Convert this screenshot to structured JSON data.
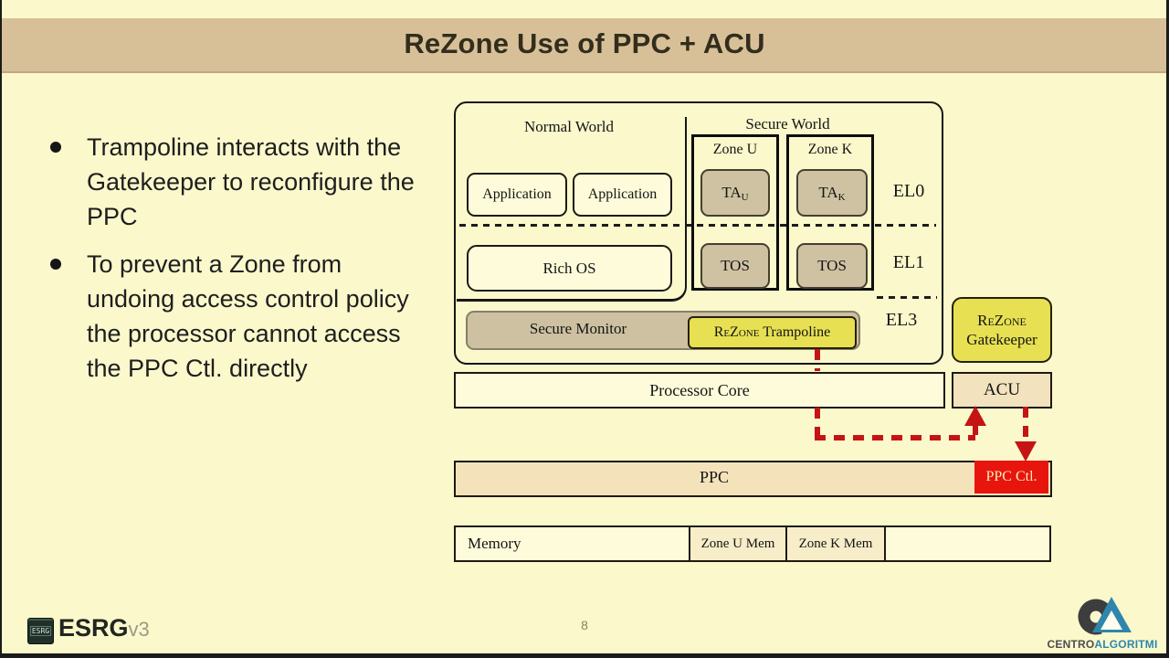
{
  "slide": {
    "title": "ReZone Use of PPC + ACU",
    "page_number": "8",
    "bullets": [
      "Trampoline interacts with the Gatekeeper to reconfigure the PPC",
      "To prevent a Zone from undoing access control policy the processor cannot access the PPC Ctl. directly"
    ]
  },
  "diagram": {
    "normal_world": "Normal World",
    "secure_world": "Secure World",
    "application": "Application",
    "rich_os": "Rich OS",
    "zone_u": {
      "label": "Zone U",
      "ta": "TA",
      "ta_sub": "U",
      "tos": "TOS"
    },
    "zone_k": {
      "label": "Zone K",
      "ta": "TA",
      "ta_sub": "K",
      "tos": "TOS"
    },
    "levels": {
      "el0": "EL0",
      "el1": "EL1",
      "el3": "EL3"
    },
    "secure_monitor": "Secure Monitor",
    "trampoline": {
      "brand": "ReZone",
      "rest": " Trampoline"
    },
    "gatekeeper": {
      "line1": "ReZone",
      "line2": "Gatekeeper"
    },
    "processor_core": "Processor Core",
    "acu": "ACU",
    "ppc": "PPC",
    "ppc_ctl": "PPC Ctl.",
    "memory": {
      "label": "Memory",
      "zone_u_mem": "Zone U Mem",
      "zone_k_mem": "Zone K Mem"
    }
  },
  "footer": {
    "esrg_chip": "ESRG",
    "esrg": "ESRG",
    "version": "v3",
    "centro": "CENTRO",
    "algoritmi": "ALGORITMI"
  },
  "colors": {
    "background": "#fbf8cc",
    "title_band": "#d7c098",
    "highlight_yellow": "#e7e052",
    "box_tan": "#cfc2a2",
    "ppc_fill": "#f4e3ba",
    "alert_red": "#e8150e",
    "connector_red": "#c51414",
    "brand_teal": "#2e86ad"
  }
}
